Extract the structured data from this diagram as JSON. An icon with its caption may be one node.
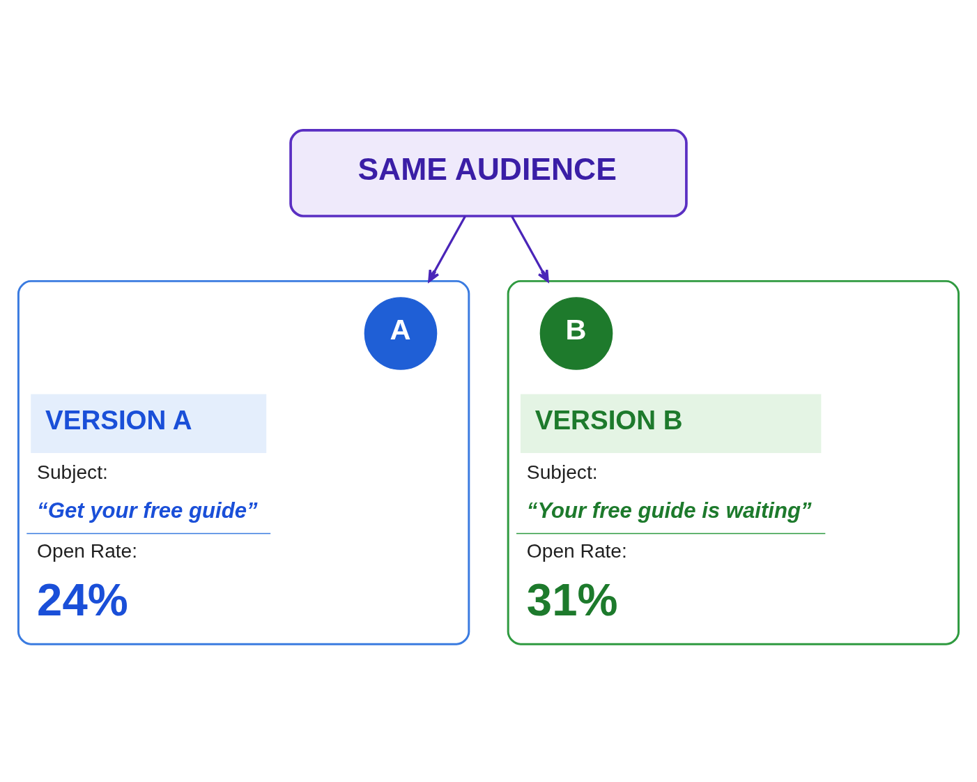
{
  "diagram": {
    "nodes": [
      {
        "text": [
          "SAME AUDIENCE"
        ]
      },
      {
        "text": [
          "VERSION A",
          "Subject:",
          "“Get your free guide”",
          "Open Rate:",
          "24%"
        ]
      },
      {
        "text": [
          "A"
        ],
        "in": 1
      },
      {
        "text": [
          "VERSION B",
          "Subject:",
          "“Your free guide is waiting”",
          "Open Rate:",
          "31%"
        ]
      },
      {
        "text": [
          "B"
        ],
        "in": 3
      }
    ],
    "edges": [
      {
        "from": 0,
        "to": 1,
        "arrow": "to"
      },
      {
        "from": 0,
        "to": 3,
        "arrow": "to"
      }
    ]
  }
}
